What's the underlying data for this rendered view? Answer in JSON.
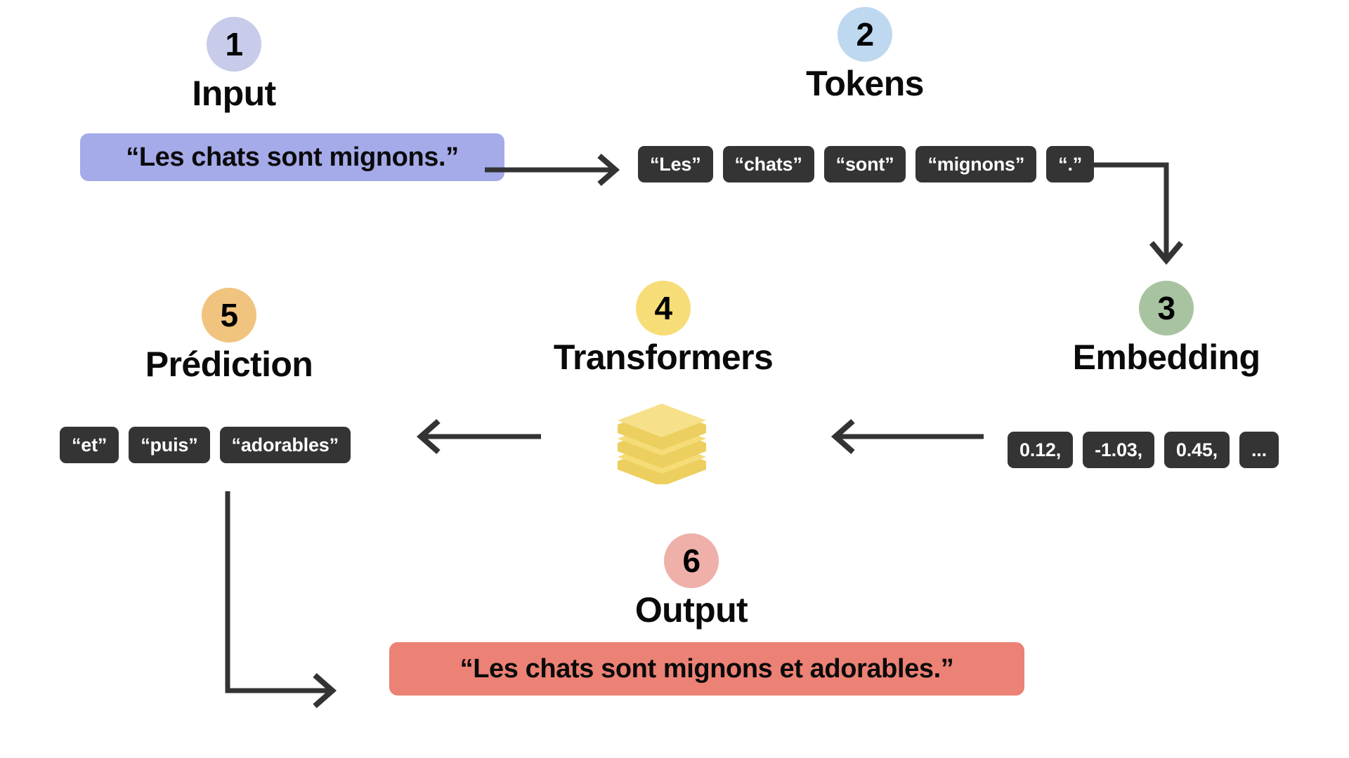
{
  "diagram": {
    "title_semantic": "llm-pipeline-flow-diagram",
    "background": "#ffffff"
  },
  "steps": [
    {
      "number": "1",
      "label": "Input",
      "badge_color": "#c8ccea",
      "content_type": "bubble",
      "bubble": {
        "text": "“Les chats sont mignons.”",
        "color": "#a5aae9"
      }
    },
    {
      "number": "2",
      "label": "Tokens",
      "badge_color": "#bed8ef",
      "content_type": "chips",
      "chips": [
        "“Les”",
        "“chats”",
        "“sont”",
        "“mignons”",
        "“.”"
      ]
    },
    {
      "number": "3",
      "label": "Embedding",
      "badge_color": "#a8c3a0",
      "content_type": "chips",
      "chips": [
        "0.12,",
        "-1.03,",
        "0.45,",
        "..."
      ]
    },
    {
      "number": "4",
      "label": "Transformers",
      "badge_color": "#f6dd77",
      "content_type": "icon",
      "icon": {
        "name": "layer-stack-icon",
        "color_top": "#f5dc77",
        "color_mid": "#f7e9a8",
        "color_side": "#eccf5e"
      }
    },
    {
      "number": "5",
      "label": "Prédiction",
      "badge_color": "#f0c47e",
      "content_type": "chips",
      "chips": [
        "“et”",
        "“puis”",
        "“adorables”"
      ]
    },
    {
      "number": "6",
      "label": "Output",
      "badge_color": "#eeb0a9",
      "content_type": "bubble",
      "bubble": {
        "text": "“Les chats sont mignons et adorables.”",
        "color": "#ec8175"
      }
    }
  ],
  "connectors": [
    {
      "name": "input-to-tokens",
      "direction": "right",
      "style": "straight"
    },
    {
      "name": "tokens-to-embedding",
      "direction": "down",
      "style": "elbow-right-down"
    },
    {
      "name": "embedding-to-transformers",
      "direction": "left",
      "style": "straight"
    },
    {
      "name": "transformers-to-prediction",
      "direction": "left",
      "style": "straight"
    },
    {
      "name": "prediction-to-output",
      "direction": "right",
      "style": "elbow-down-right"
    }
  ],
  "palette": {
    "chip_background": "#343434",
    "chip_text": "#ffffff",
    "connector_stroke": "#333333",
    "text": "#0a0a0a"
  }
}
